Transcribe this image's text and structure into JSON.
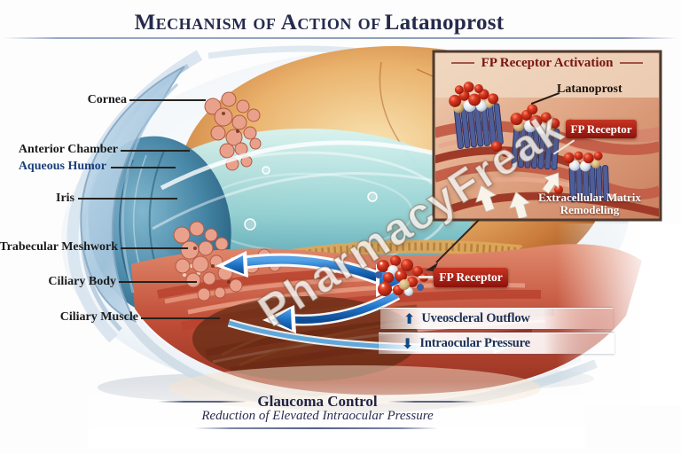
{
  "header": {
    "title_prefix": "Mechanism of Action of",
    "title_drug": "Latanoprost"
  },
  "watermark": "PharmacyFreak",
  "eye_labels": [
    {
      "text": "Cornea"
    },
    {
      "text": "Anterior Chamber"
    },
    {
      "text": "Aqueous Humor"
    },
    {
      "text": "Iris"
    },
    {
      "text": "Trabecular Meshwork"
    },
    {
      "text": "Ciliary Body"
    },
    {
      "text": "Ciliary Muscle"
    }
  ],
  "inset": {
    "title": "FP Receptor Activation",
    "drug_label": "Latanoprost",
    "receptor_badge": "FP Receptor",
    "matrix_line1": "Extracellular Matrix",
    "matrix_line2": "Remodeling"
  },
  "main": {
    "receptor_badge": "FP Receptor",
    "outflow": {
      "icon": "⬆",
      "label": "Uveoscleral Outflow"
    },
    "pressure": {
      "icon": "⬇",
      "label": "Intraocular Pressure"
    }
  },
  "footer": {
    "heading": "Glaucoma Control",
    "subheading": "Reduction of Elevated Intraocular Pressure"
  },
  "colors": {
    "accent_navy": "#262a4c",
    "badge_red": "#b02318",
    "arrow_blue": "#1f74c8",
    "inset_title_maroon": "#77150e",
    "aqueous_label_blue": "#1c3f7a"
  }
}
